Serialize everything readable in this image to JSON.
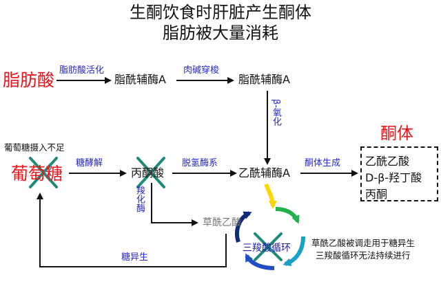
{
  "title": {
    "line1": "生酮饮食时肝脏产生酮体",
    "line2": "脂肪被大量消耗"
  },
  "nodes": {
    "fatty_acid": "脂肪酸",
    "acyl_coa_1": "脂酰辅酶A",
    "acyl_coa_2": "脂酰辅酶A",
    "glucose": "葡萄糖",
    "pyruvate": "丙酮酸",
    "acetyl_coa": "乙酰辅酶A",
    "oxaloacetate": "草酰乙酸",
    "tca": "三羧酸循环",
    "ketone_title": "酮体"
  },
  "edges": {
    "activation": "脂肪酸活化",
    "carnitine": "肉碱穿梭",
    "beta_oxidation": "β-氧化",
    "glycolysis": "糖酵解",
    "dehydrogenase": "脱氢酶系",
    "ketogenesis": "酮体生成",
    "carboxylase": "羧化酶",
    "gluconeogenesis": "糖异生"
  },
  "notes": {
    "glucose_low": "葡萄糖摄入不足",
    "oxalo_line1": "草酰乙酸被调走用于糖异生",
    "oxalo_line2": "三羧酸循环无法持续进行"
  },
  "ketone_bodies": [
    "乙酰乙酸",
    "D-β-羟丁酸",
    "丙酮"
  ],
  "colors": {
    "red": "#e8161b",
    "blue_label": "#2727c9",
    "cross": "#1f8a7a"
  }
}
